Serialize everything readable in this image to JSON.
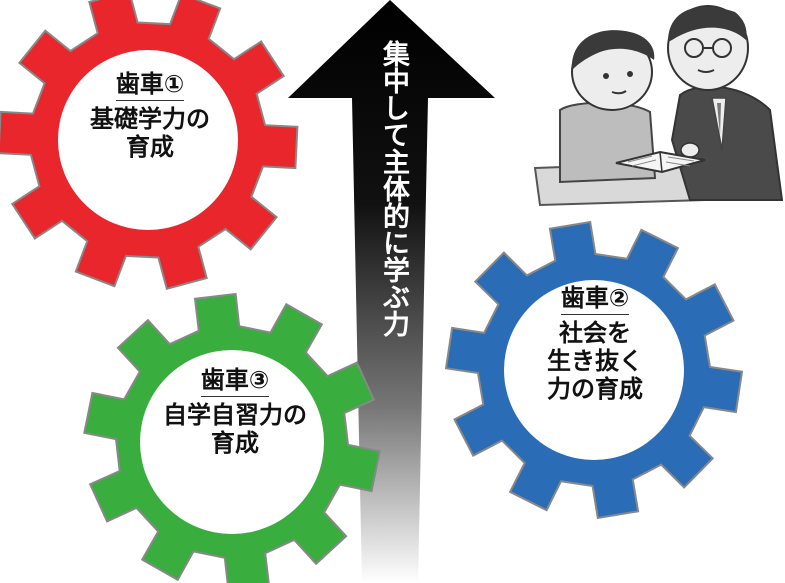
{
  "arrow": {
    "text": "集中して主体的に学ぶ力"
  },
  "gears": [
    {
      "id": "gear-1",
      "title": "歯車①",
      "body": "基礎学力の\n育成",
      "color": "#e8262c"
    },
    {
      "id": "gear-2",
      "title": "歯車②",
      "body": "社会を\n生き抜く\n力の育成",
      "color": "#2a6cb6"
    },
    {
      "id": "gear-3",
      "title": "歯車③",
      "body": "自学自習力の\n育成",
      "color": "#3aad3f"
    }
  ],
  "colors": {
    "arrow_top": "#000000",
    "arrow_bottom": "#ffffff"
  }
}
